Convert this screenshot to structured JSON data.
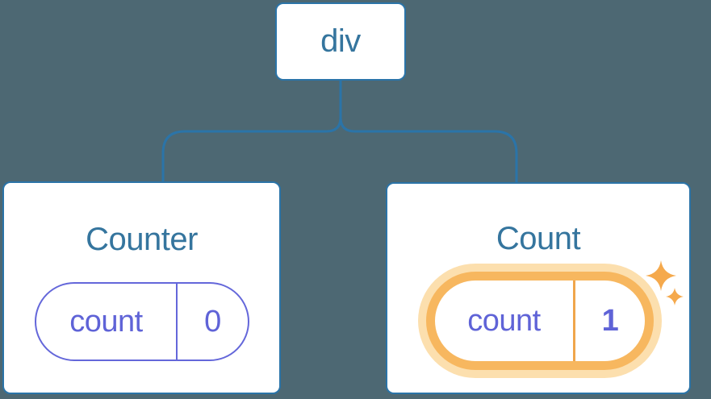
{
  "diagram": {
    "description": "component tree with state pills",
    "root": {
      "label": "div"
    },
    "nodes": [
      {
        "id": "counter",
        "title": "Counter",
        "state": {
          "key": "count",
          "value": "0",
          "highlighted": false
        }
      },
      {
        "id": "count",
        "title": "Count",
        "state": {
          "key": "count",
          "value": "1",
          "highlighted": true
        }
      }
    ]
  },
  "colors": {
    "background": "#4d6873",
    "node_border_blue": "#2b74a8",
    "node_text_blue": "#35759e",
    "state_purple": "#5f63d7",
    "state_purple_border": "#6467da",
    "highlight_orange": "#f7b75f",
    "highlight_glow": "#fcdfae",
    "sparkle_orange": "#f5a94c",
    "divider_orange": "#f0a64b"
  }
}
